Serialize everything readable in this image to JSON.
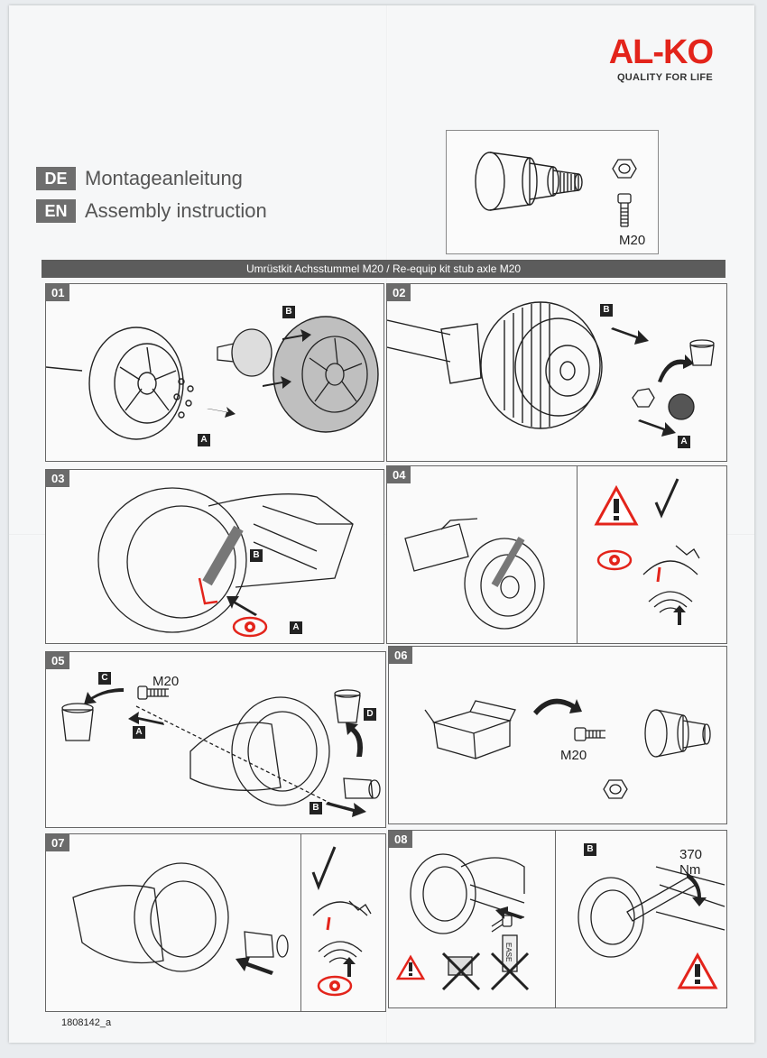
{
  "brand": {
    "name": "AL-KO",
    "tagline": "QUALITY FOR LIFE",
    "color": "#e3241b"
  },
  "languages": [
    {
      "code": "DE",
      "title": "Montageanleitung"
    },
    {
      "code": "EN",
      "title": "Assembly instruction"
    }
  ],
  "hero": {
    "label": "M20"
  },
  "banner": "Umrüstkit Achsstummel M20 / Re-equip kit stub axle M20",
  "steps": [
    {
      "number": "01",
      "tags": [
        "A",
        "B"
      ]
    },
    {
      "number": "02",
      "tags": [
        "A",
        "B"
      ]
    },
    {
      "number": "03",
      "tags": [
        "A",
        "B"
      ]
    },
    {
      "number": "04",
      "tags": []
    },
    {
      "number": "05",
      "tags": [
        "A",
        "B",
        "C",
        "D"
      ],
      "label": "M20"
    },
    {
      "number": "06",
      "tags": [],
      "label": "M20"
    },
    {
      "number": "07",
      "tags": []
    },
    {
      "number": "08",
      "tags": [
        "B"
      ],
      "torque": "370 Nm",
      "grease": "EASE"
    }
  ],
  "doc_number": "1808142_a",
  "icons": [
    "warning-icon",
    "eye-icon",
    "checkmark-icon",
    "arrow-icon"
  ]
}
